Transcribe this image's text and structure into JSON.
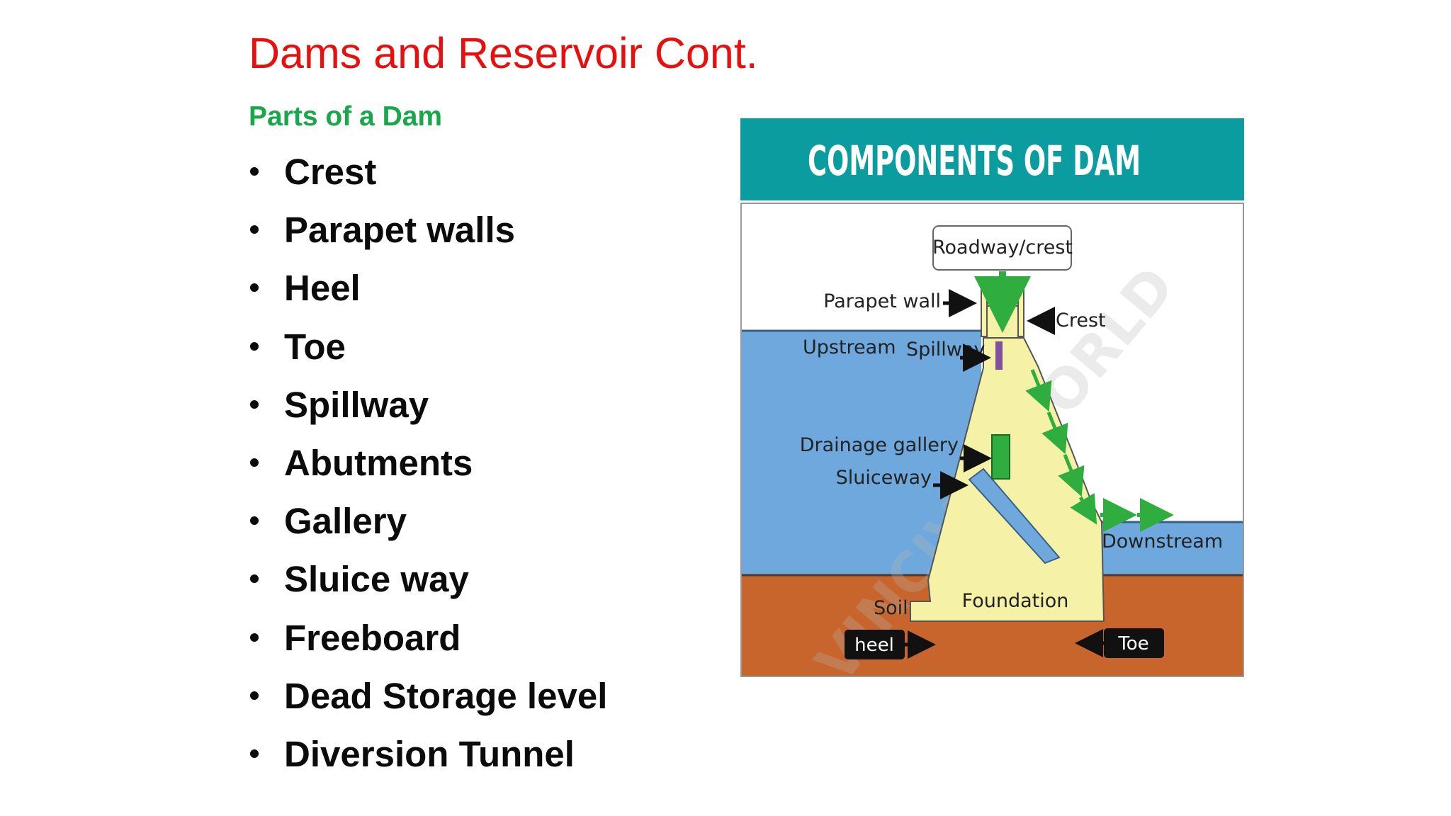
{
  "slide": {
    "title": "Dams and Reservoir Cont.",
    "subtitle": "Parts of a Dam",
    "bullets": [
      "Crest",
      "Parapet walls",
      "Heel",
      "Toe",
      "Spillway",
      "Abutments",
      "Gallery",
      "Sluice way",
      "Freeboard",
      "Dead Storage level",
      "Diversion Tunnel"
    ]
  },
  "figure": {
    "header": "COMPONENTS OF DAM",
    "labels": {
      "roadway": "Roadway/crest",
      "parapet": "Parapet wall",
      "crest": "Crest",
      "upstream": "Upstream",
      "spillway": "Spillway",
      "drainage": "Drainage gallery",
      "sluiceway": "Sluiceway",
      "downstream": "Downstream",
      "soil": "Soil",
      "foundation": "Foundation",
      "heel": "heel",
      "toe": "Toe"
    },
    "watermark": "VINCIVIL WORLD",
    "colors": {
      "header_bg": "#0b9ca0",
      "water": "#6fa8dc",
      "soil": "#c8652c",
      "dam": "#f5f2a8",
      "arrow_green": "#2fae3f",
      "title_red": "#e8100e",
      "subtitle_green": "#1aa64a"
    }
  }
}
